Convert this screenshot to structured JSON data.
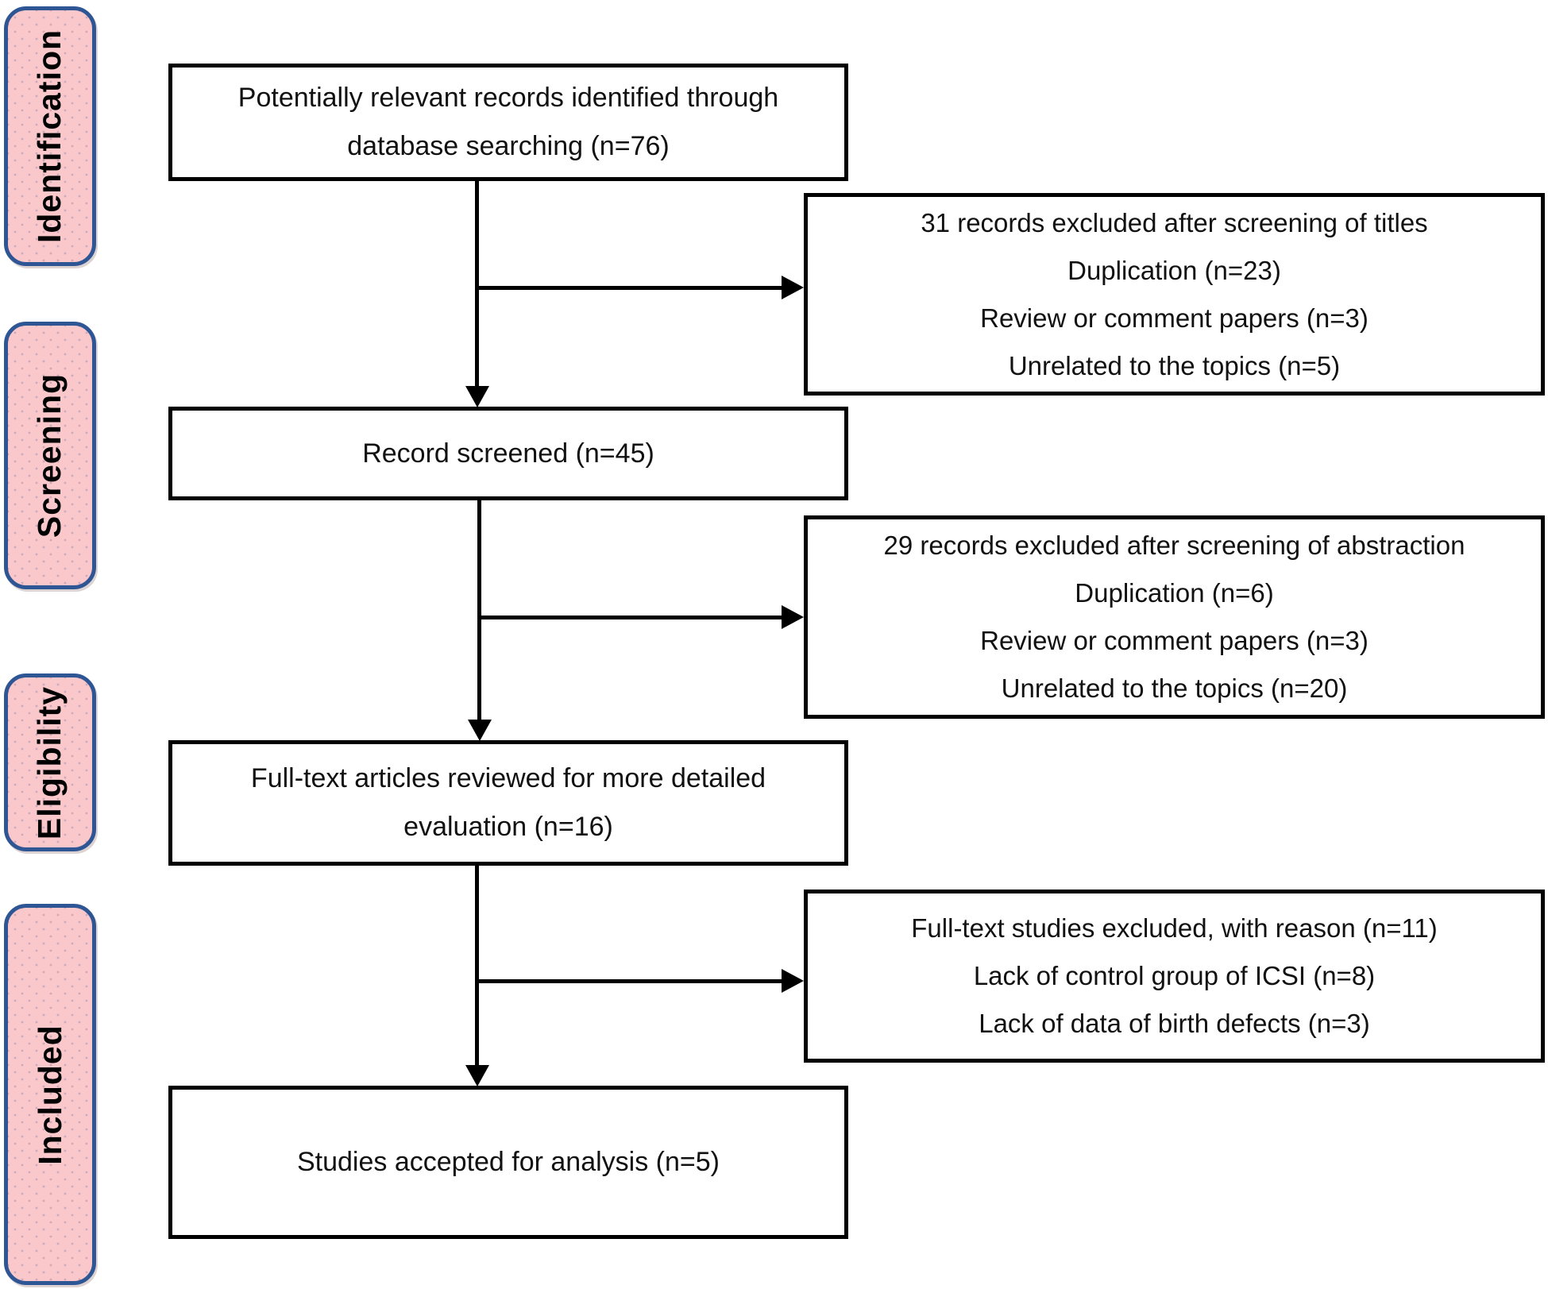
{
  "diagram_type": "prisma-flow-diagram",
  "stages": [
    {
      "label": "Identification"
    },
    {
      "label": "Screening"
    },
    {
      "label": "Eligibility"
    },
    {
      "label": "Included"
    }
  ],
  "main_boxes": [
    {
      "lines": [
        "Potentially relevant records identified through",
        "database searching (n=76)"
      ]
    },
    {
      "lines": [
        "Record screened (n=45)"
      ]
    },
    {
      "lines": [
        "Full-text articles reviewed for more detailed",
        "evaluation (n=16)"
      ]
    },
    {
      "lines": [
        "Studies accepted for analysis (n=5)"
      ]
    }
  ],
  "side_boxes": [
    {
      "lines": [
        "31 records excluded after screening of titles",
        "Duplication (n=23)",
        "Review or comment papers (n=3)",
        "Unrelated to the topics (n=5)"
      ]
    },
    {
      "lines": [
        "29 records excluded after screening of abstraction",
        "Duplication (n=6)",
        "Review or comment papers (n=3)",
        "Unrelated to the topics (n=20)"
      ]
    },
    {
      "lines": [
        "Full-text studies excluded, with reason (n=11)",
        "Lack of control group of ICSI (n=8)",
        "Lack of data of birth defects (n=3)"
      ]
    }
  ],
  "colors": {
    "stage_fill": "#fac8ca",
    "stage_border": "#2f5694",
    "box_border": "#000000",
    "arrow": "#000000",
    "background": "#ffffff"
  }
}
